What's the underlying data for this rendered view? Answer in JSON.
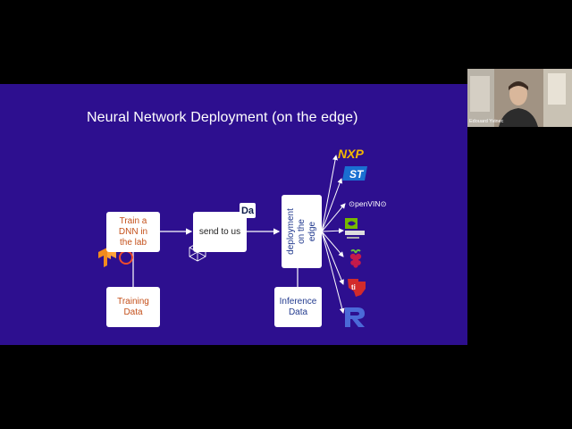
{
  "slide": {
    "title": "Neural Network Deployment (on the edge)",
    "boxes": {
      "train": "Train a DNN in the lab",
      "send": "send to us",
      "deploy": "deployment on the edge",
      "training_data": "Training Data",
      "inference_data": "Inference Data"
    },
    "badge": "Da",
    "logos": {
      "nxp": "NXP",
      "openvino": "⊙penVIN⊙"
    },
    "logo_icons": [
      "nxp-logo",
      "st-logo",
      "openvino-logo",
      "nvidia-logo",
      "raspberry-pi-logo",
      "texas-instruments-logo",
      "renesas-logo",
      "tensorflow-icon",
      "pytorch-icon",
      "deepomatic-icon"
    ]
  },
  "webcam": {
    "name": "Edouard Yvinec"
  },
  "colors": {
    "slide_bg": "#2d0f8f",
    "orange_text": "#c4501a",
    "blue_text": "#233b8f"
  }
}
